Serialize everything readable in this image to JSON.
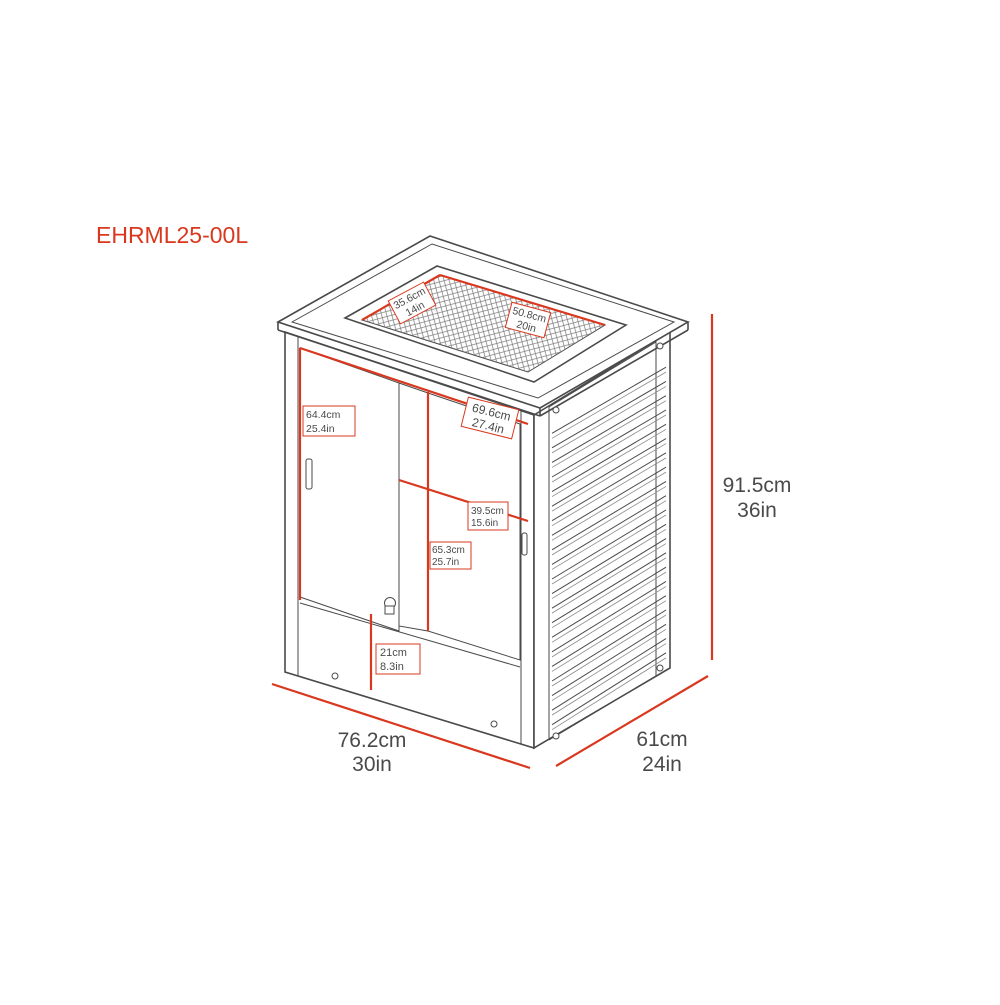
{
  "model": {
    "code": "EHRML25-00L"
  },
  "colors": {
    "accent": "#d9381e",
    "line": "#4a4a4a",
    "background": "#ffffff"
  },
  "dimensions": {
    "width": {
      "cm": "76.2cm",
      "in": "30in"
    },
    "depth": {
      "cm": "61cm",
      "in": "24in"
    },
    "height": {
      "cm": "91.5cm",
      "in": "36in"
    },
    "top_depth": {
      "cm": "35.6cm",
      "in": "14in"
    },
    "top_width": {
      "cm": "50.8cm",
      "in": "20in"
    },
    "door_height": {
      "cm": "64.4cm",
      "in": "25.4in"
    },
    "inner_width": {
      "cm": "69.6cm",
      "in": "27.4in"
    },
    "shelf_depth": {
      "cm": "39.5cm",
      "in": "15.6in"
    },
    "inner_height": {
      "cm": "65.3cm",
      "in": "25.7in"
    },
    "drawer_height": {
      "cm": "21cm",
      "in": "8.3in"
    }
  }
}
